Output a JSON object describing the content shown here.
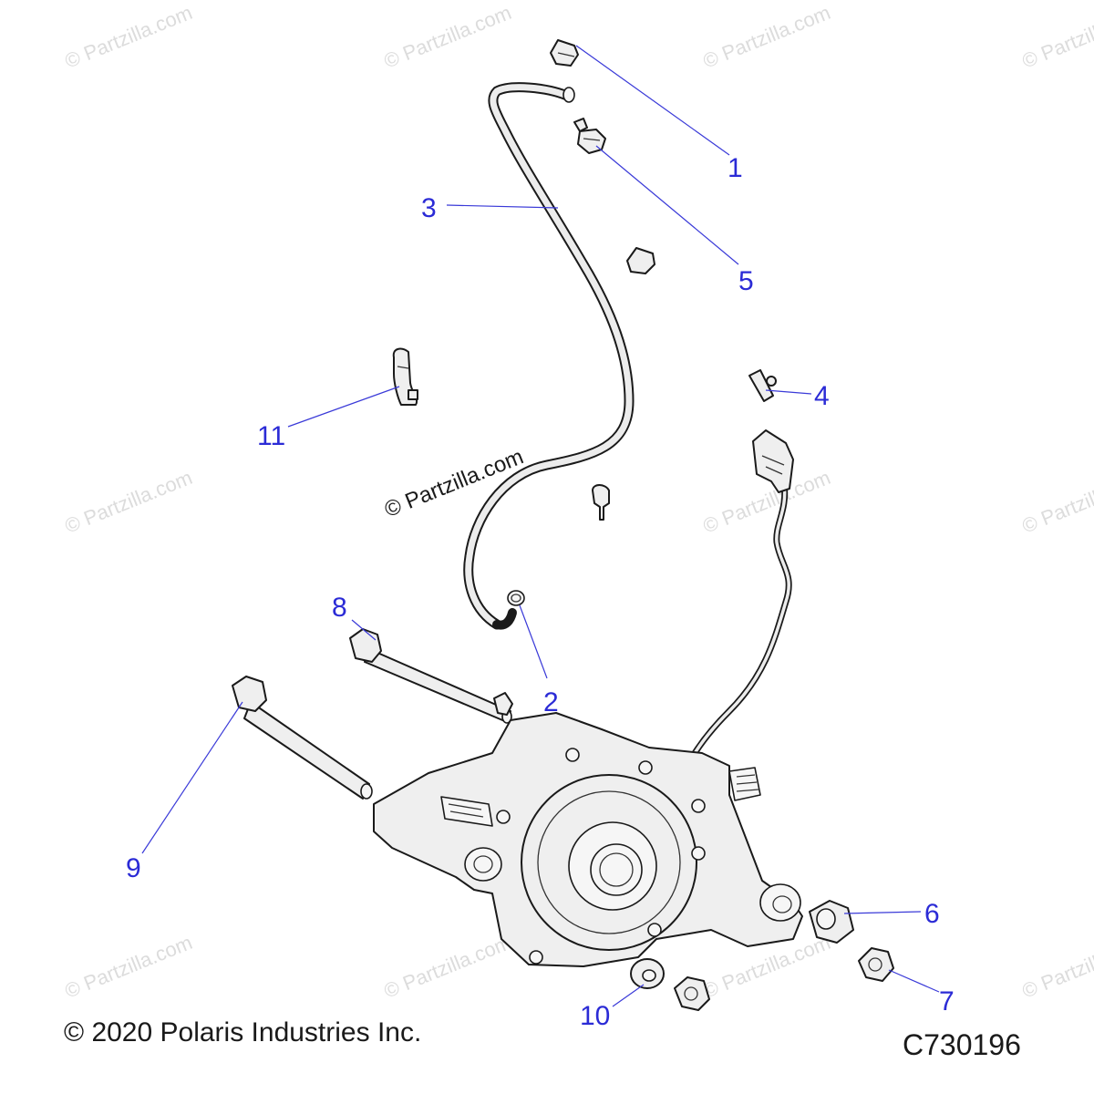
{
  "watermark_text": "© Partzilla.com",
  "center_watermark": "© Partzilla.com",
  "copyright": "© 2020 Polaris Industries Inc.",
  "figure_code": "C730196",
  "callouts": [
    "1",
    "2",
    "3",
    "4",
    "5",
    "6",
    "7",
    "8",
    "9",
    "10",
    "11"
  ],
  "colors": {
    "callout": "#2b2bd6",
    "line": "#1a1a1a",
    "watermark": "#dcdcdc"
  }
}
